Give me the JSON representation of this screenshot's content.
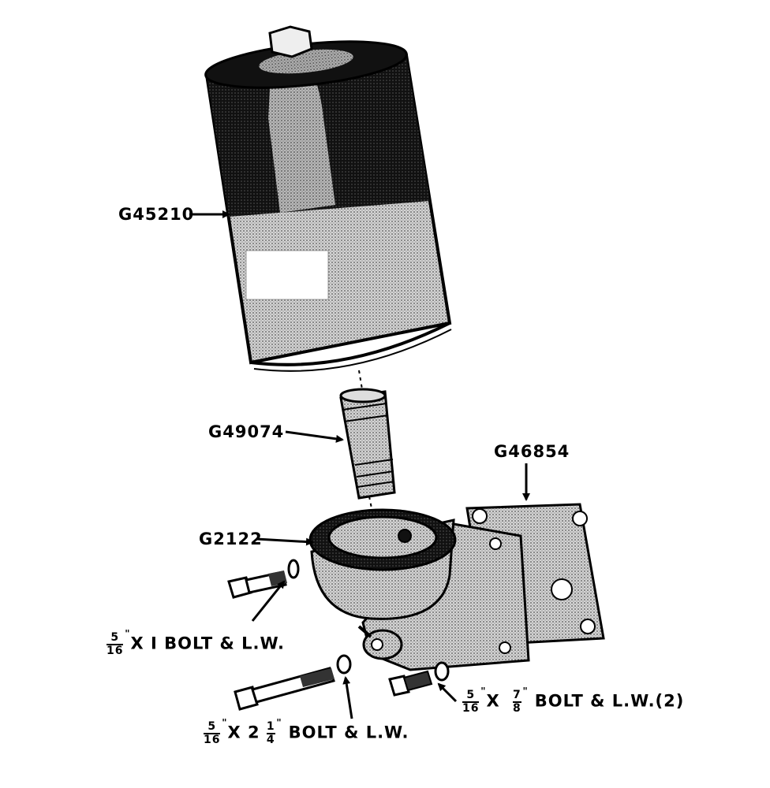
{
  "parts": {
    "filter": "G45210",
    "nipple": "G49074",
    "gasket": "G46854",
    "base": "G2122"
  },
  "bolts": {
    "b1": {
      "num": "5",
      "den": "16",
      "inch": "\"",
      "text": "X I BOLT & L.W."
    },
    "b2": {
      "num": "5",
      "den": "16",
      "inch": "\"",
      "x": "X 2",
      "num2": "1",
      "den2": "4",
      "text": "BOLT & L.W."
    },
    "b3": {
      "num": "5",
      "den": "16",
      "inch": "\"",
      "x": "X",
      "num2": "7",
      "den2": "8",
      "text": "BOLT & L.W.(2)"
    }
  },
  "colors": {
    "ink": "#000000",
    "paper": "#ffffff",
    "shade": "#b8b8b8"
  }
}
